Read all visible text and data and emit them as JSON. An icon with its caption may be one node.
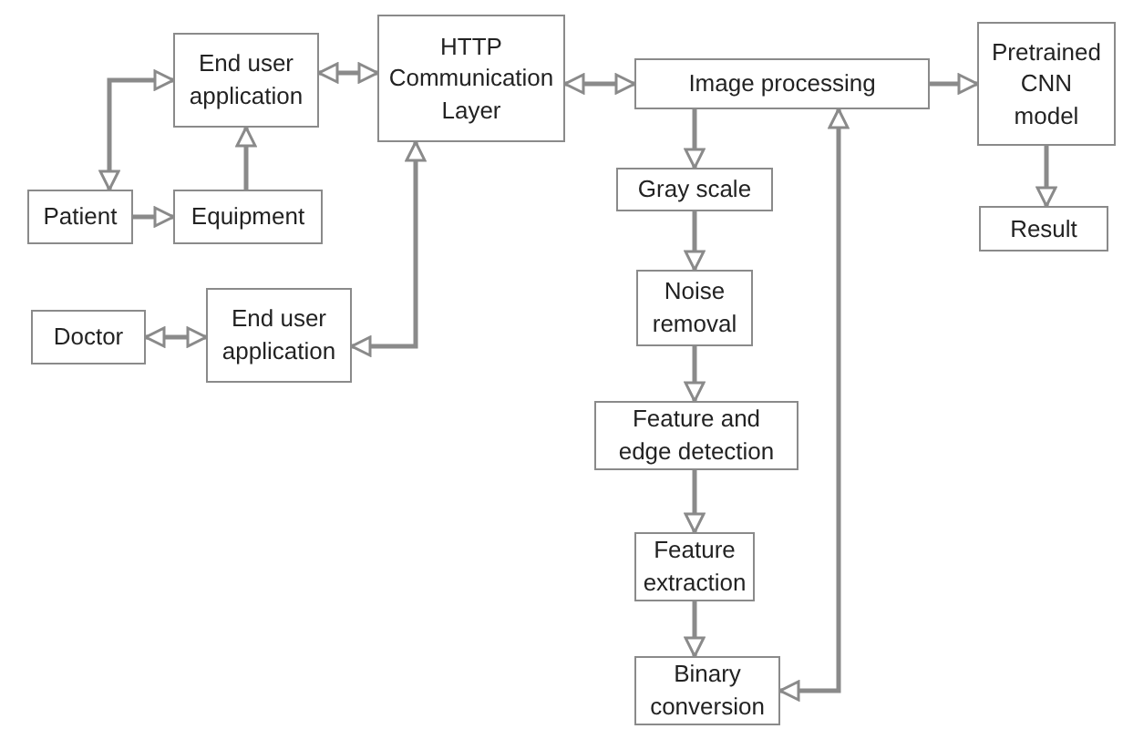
{
  "diagram": {
    "nodes": [
      {
        "text": [
          "End user application"
        ]
      },
      {
        "text": [
          "HTTP Communication Layer"
        ]
      },
      {
        "text": [
          "Image processing"
        ]
      },
      {
        "text": [
          "Pretrained CNN model"
        ]
      },
      {
        "text": [
          "Patient"
        ]
      },
      {
        "text": [
          "Equipment"
        ]
      },
      {
        "text": [
          "Result"
        ]
      },
      {
        "text": [
          "Gray scale"
        ]
      },
      {
        "text": [
          "Noise removal"
        ]
      },
      {
        "text": [
          "Doctor"
        ]
      },
      {
        "text": [
          "End user application"
        ]
      },
      {
        "text": [
          "Feature and edge detection"
        ]
      },
      {
        "text": [
          "Feature extraction"
        ]
      },
      {
        "text": [
          "Binary conversion"
        ]
      }
    ],
    "edges": [
      {
        "from": 4,
        "to": 0,
        "arrow": "both"
      },
      {
        "from": 5,
        "to": 0,
        "arrow": "to"
      },
      {
        "from": 4,
        "to": 5,
        "arrow": "to"
      },
      {
        "from": 0,
        "to": 1,
        "arrow": "both"
      },
      {
        "from": 9,
        "to": 10,
        "arrow": "both"
      },
      {
        "from": 10,
        "to": 1,
        "arrow": "both"
      },
      {
        "from": 1,
        "to": 2,
        "arrow": "both"
      },
      {
        "from": 2,
        "to": 3,
        "arrow": "to"
      },
      {
        "from": 3,
        "to": 6,
        "arrow": "to"
      },
      {
        "from": 2,
        "to": 7,
        "arrow": "to"
      },
      {
        "from": 7,
        "to": 8,
        "arrow": "to"
      },
      {
        "from": 8,
        "to": 11,
        "arrow": "to"
      },
      {
        "from": 11,
        "to": 12,
        "arrow": "to"
      },
      {
        "from": 12,
        "to": 13,
        "arrow": "to"
      },
      {
        "from": 13,
        "to": 2,
        "arrow": "both"
      }
    ]
  }
}
